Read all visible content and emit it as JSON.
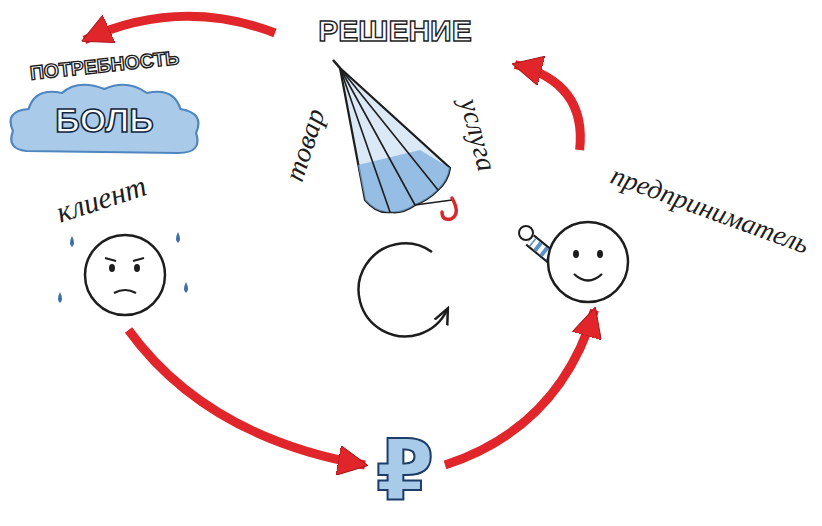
{
  "diagram": {
    "nodes": [
      {
        "text": [
          "ПОТРЕБНОСТЬ",
          "БОЛЬ"
        ]
      },
      {
        "text": [
          "РЕШЕНИЕ",
          "товар",
          "услуга"
        ]
      },
      {
        "text": [
          "клиент"
        ]
      },
      {
        "text": [
          "предприниматель"
        ]
      },
      {
        "text": [
          "₽"
        ]
      }
    ],
    "edges": [
      {
        "from": 1,
        "to": 0,
        "arrow": "to"
      },
      {
        "from": 2,
        "to": 4,
        "arrow": "to"
      },
      {
        "from": 4,
        "to": 3,
        "arrow": "to"
      },
      {
        "from": 3,
        "to": 1,
        "arrow": "to"
      }
    ]
  }
}
